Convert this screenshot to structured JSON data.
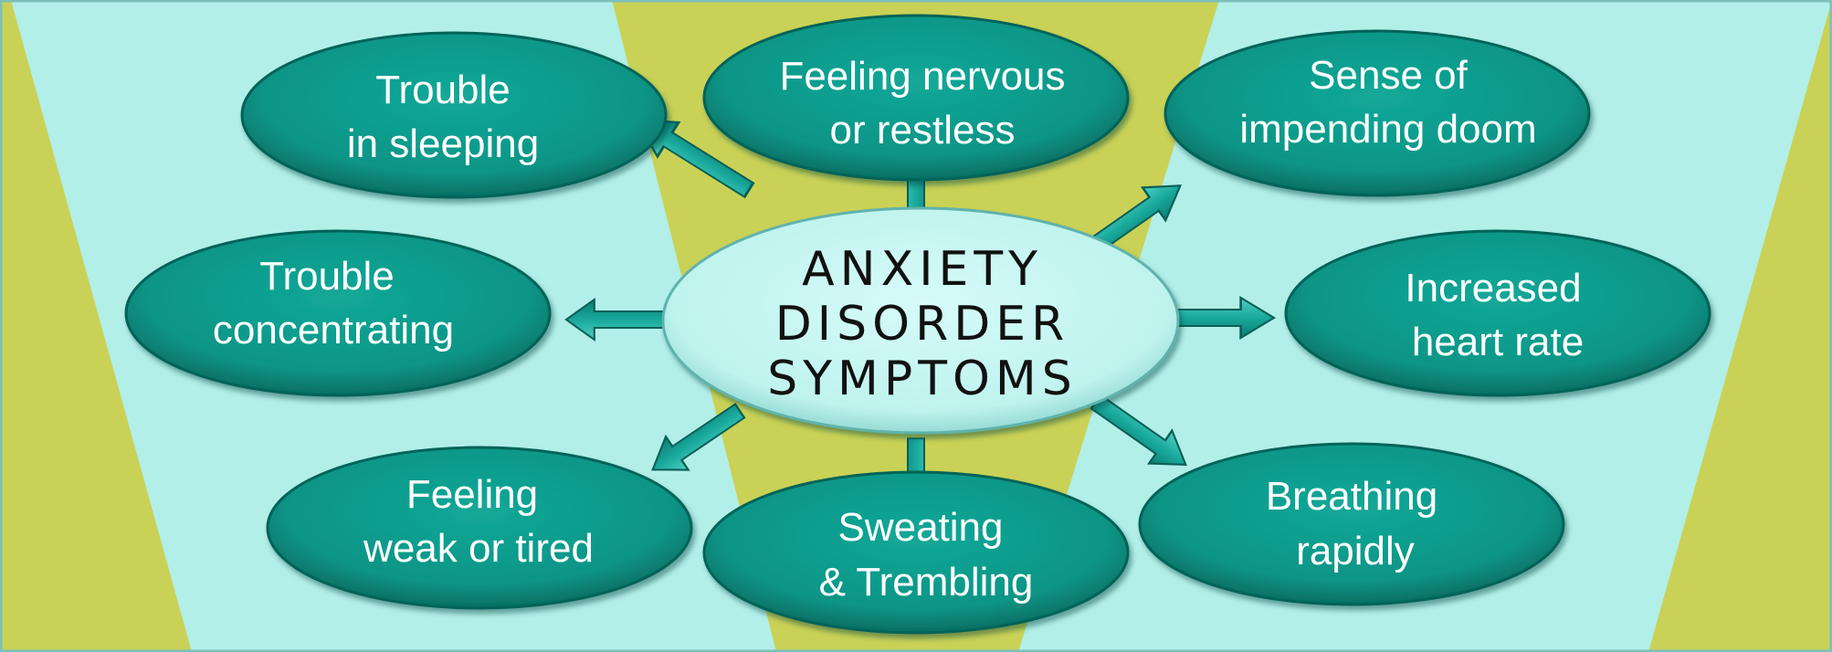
{
  "center": {
    "line1": "ANXIETY",
    "line2": "DISORDER",
    "line3": "SYMPTOMS"
  },
  "nodes": [
    {
      "id": "trouble-sleeping",
      "line1": "Trouble",
      "line2": "in sleeping"
    },
    {
      "id": "feeling-nervous",
      "line1": "Feeling nervous",
      "line2": "or restless"
    },
    {
      "id": "impending-doom",
      "line1": "Sense of",
      "line2": "impending doom"
    },
    {
      "id": "trouble-concentrating",
      "line1": "Trouble",
      "line2": "concentrating"
    },
    {
      "id": "heart-rate",
      "line1": "Increased",
      "line2": "heart rate"
    },
    {
      "id": "weak-tired",
      "line1": "Feeling",
      "line2": "weak or tired"
    },
    {
      "id": "sweating",
      "line1": "Sweating",
      "line2": "& Trembling"
    },
    {
      "id": "breathing",
      "line1": "Breathing",
      "line2": "rapidly"
    }
  ],
  "colors": {
    "panel": "#b2efe9",
    "olive": "#c9d256",
    "node": "#0a9a8a",
    "node_dark": "#06695e",
    "center": "#c4f6f2",
    "arrow": "#18a99b",
    "border": "#7ebfba"
  }
}
